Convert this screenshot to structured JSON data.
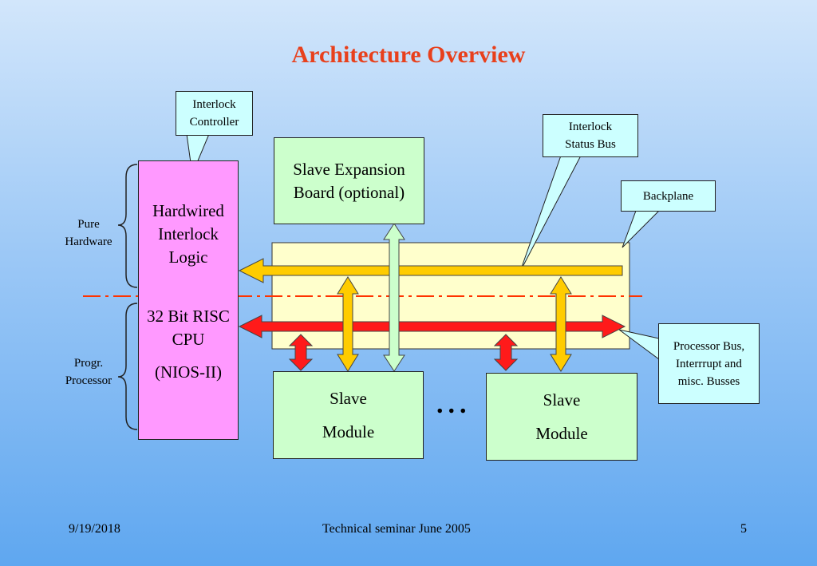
{
  "title": "Architecture Overview",
  "callouts": {
    "interlock_controller": "Interlock Controller",
    "interlock_status_bus": "Interlock Status Bus",
    "backplane": "Backplane",
    "processor_bus": "Processor Bus, Interrrupt and misc. Busses"
  },
  "side_labels": {
    "pure_hardware": "Pure Hardware",
    "progr_processor": "Progr. Processor"
  },
  "cpu_block": {
    "top": "Hardwired Interlock Logic",
    "bottom_line1": "32 Bit RISC CPU",
    "bottom_line2": "(NIOS-II)"
  },
  "slave_expansion": "Slave Expansion Board (optional)",
  "slave_module_1": {
    "line1": "Slave",
    "line2": "Module"
  },
  "slave_module_2": {
    "line1": "Slave",
    "line2": "Module"
  },
  "ellipsis": "...",
  "footer": {
    "date": "9/19/2018",
    "center": "Technical seminar June 2005",
    "page": "5"
  },
  "colors": {
    "title": "#e8401c",
    "cpu_fill": "#ff99ff",
    "board_fill": "#ccffcc",
    "backplane_fill": "#ffffcc",
    "callout_fill": "#ccffff",
    "status_bus_arrow": "#ffcc00",
    "processor_bus_arrow": "#ff1a1a",
    "dashdot_line": "#ff3300"
  }
}
